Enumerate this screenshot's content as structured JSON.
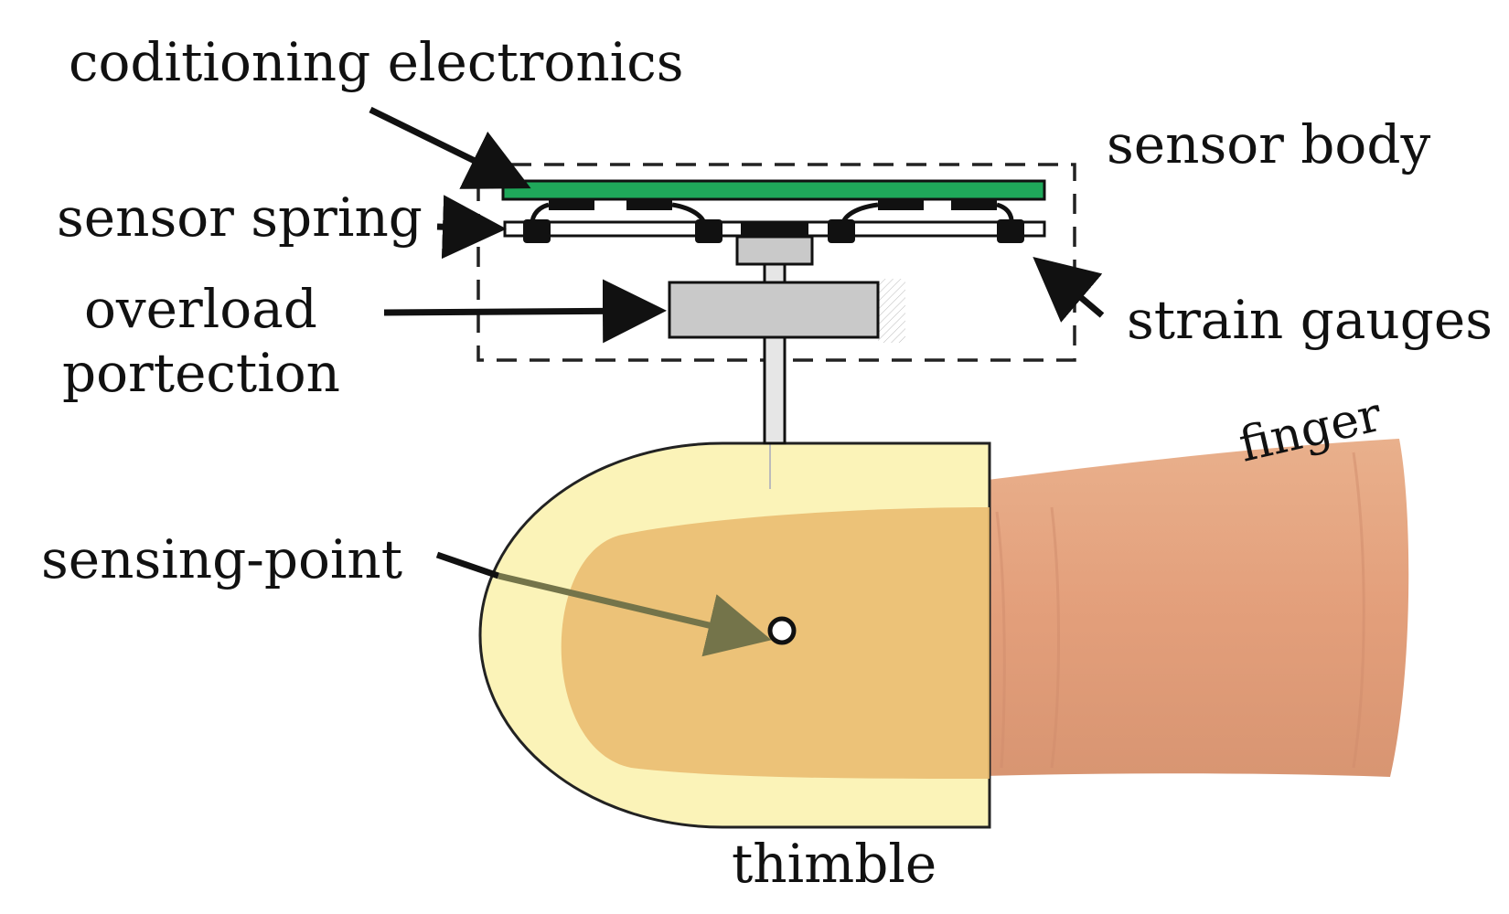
{
  "labels": {
    "conditioning_electronics": "coditioning electronics",
    "sensor_body": "sensor body",
    "sensor_spring": "sensor spring",
    "overload_line1": "overload",
    "overload_line2": "portection",
    "strain_gauges": "strain gauges",
    "finger": "finger",
    "sensing_point": "sensing-point",
    "thimble": "thimble"
  },
  "colors": {
    "electronics_board": "#1fa85a",
    "thimble_fill": "#fbf3b8",
    "finger_skin": "#e7a27c",
    "fingertip_inside": "#e9b86c",
    "metal_part": "#c9c9c9",
    "sensing_arrow": "#74744a"
  }
}
